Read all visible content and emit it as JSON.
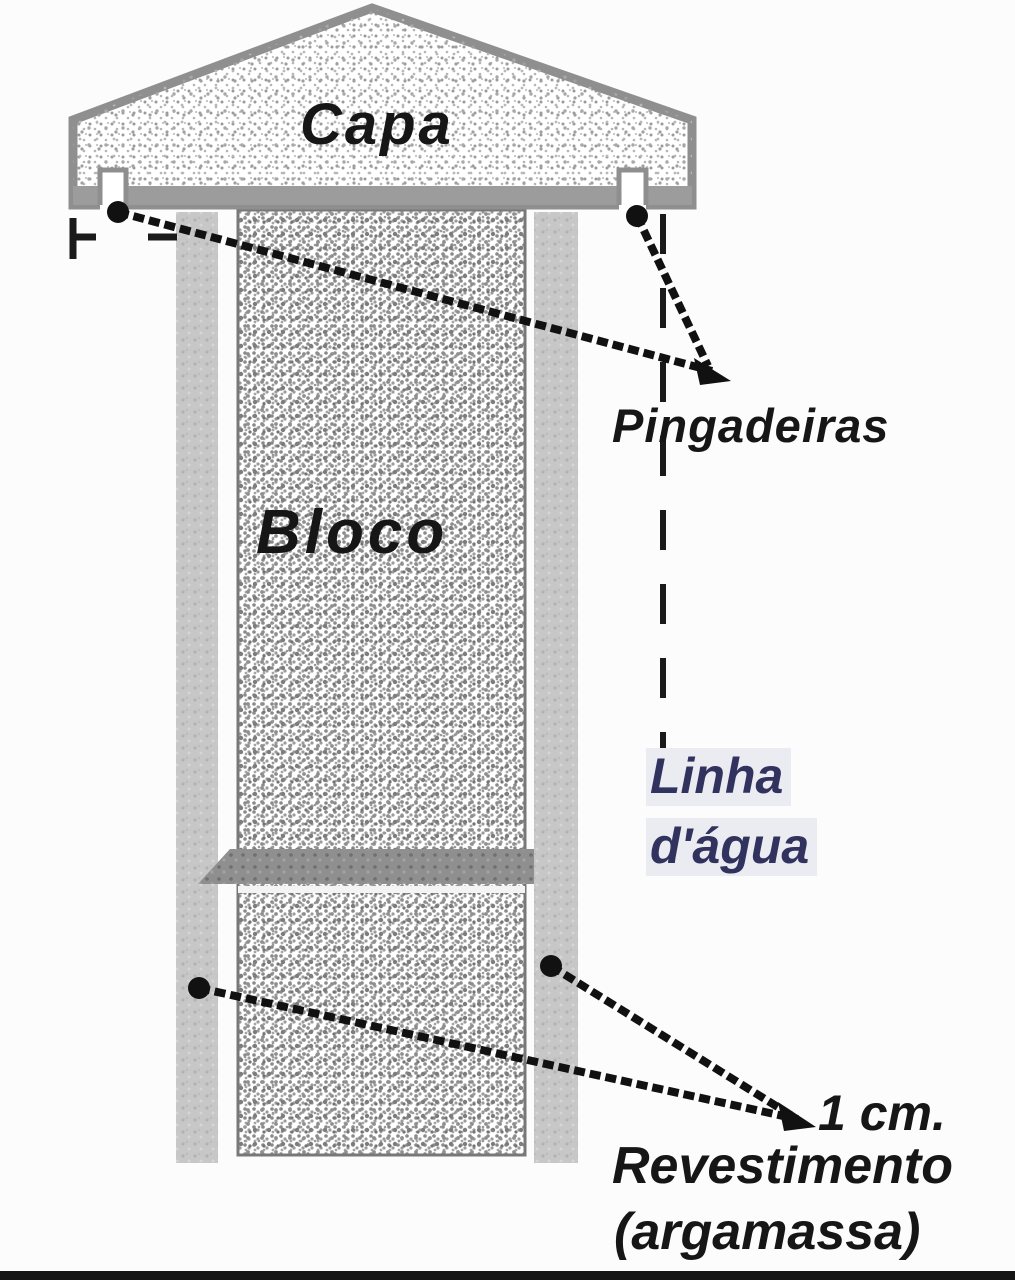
{
  "diagram": {
    "labels": {
      "capa": "Capa",
      "bloco": "Bloco",
      "pingadeiras": "Pingadeiras",
      "linha_dagua_line1": "Linha",
      "linha_dagua_line2": "d'água",
      "one_cm": "1 cm.",
      "revestimento": "Revestimento",
      "argamassa": "(argamassa)"
    },
    "colors": {
      "cap_outline_gray": "#8f8f8f",
      "cap_bar_gray": "#9c9c9c",
      "render_strip_gray": "#c7c7c7",
      "water_band_gray": "#8f8f8f",
      "block_fill": "#ffffff",
      "block_border_gray": "#787878",
      "ink_black": "#161616",
      "water_text_navy": "#32325f",
      "background": "#fcfcfc"
    }
  }
}
